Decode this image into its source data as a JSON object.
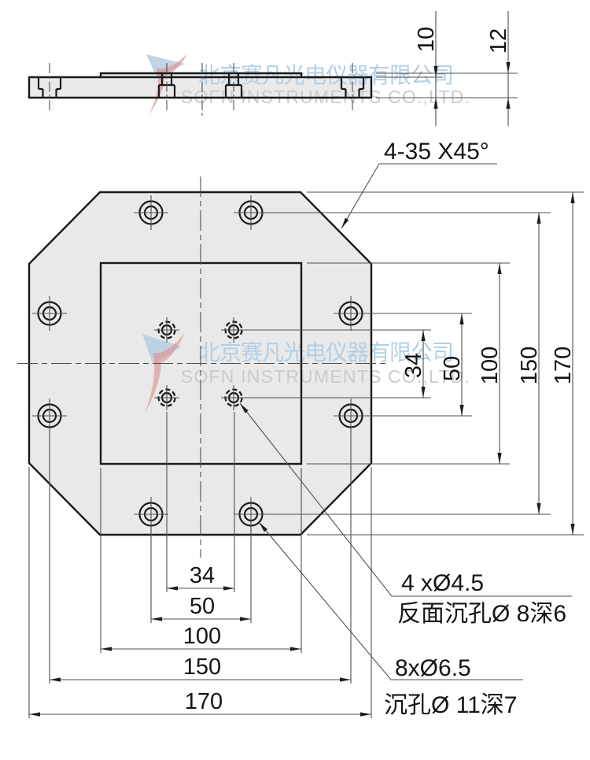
{
  "watermark": {
    "company_cn": "北京赛凡光电仪器有限公司",
    "company_en": "SOFN INSTRUMENTS CO.,LTD."
  },
  "side_view": {
    "dim_plate_thickness": "10",
    "dim_total_thickness": "12"
  },
  "plan_view": {
    "chamfer_note": "4-35 X45°",
    "vertical_dims": {
      "small_holes": "34",
      "side_holes": "50",
      "boss": "100",
      "hole_pattern": "150",
      "plate": "170"
    },
    "horizontal_dims": {
      "small_holes": "34",
      "bottom_holes": "50",
      "boss": "100",
      "hole_pattern": "150",
      "plate": "170"
    },
    "callout_small_holes": {
      "line1": "4 xØ4.5",
      "line2": "反面沉孔Ø 8深6"
    },
    "callout_counterbore_holes": {
      "line1": "8xØ6.5",
      "line2": "沉孔Ø 11深7"
    }
  },
  "colors": {
    "plate_fill": "#e9e9e9",
    "line_dark": "#1a1a1a",
    "line_thin": "#4f4f4f",
    "watermark_cn": "#b3cfe6",
    "watermark_en": "#cbcbcb",
    "logo_red": "#e08a8a",
    "logo_blue": "#b6cddf"
  }
}
